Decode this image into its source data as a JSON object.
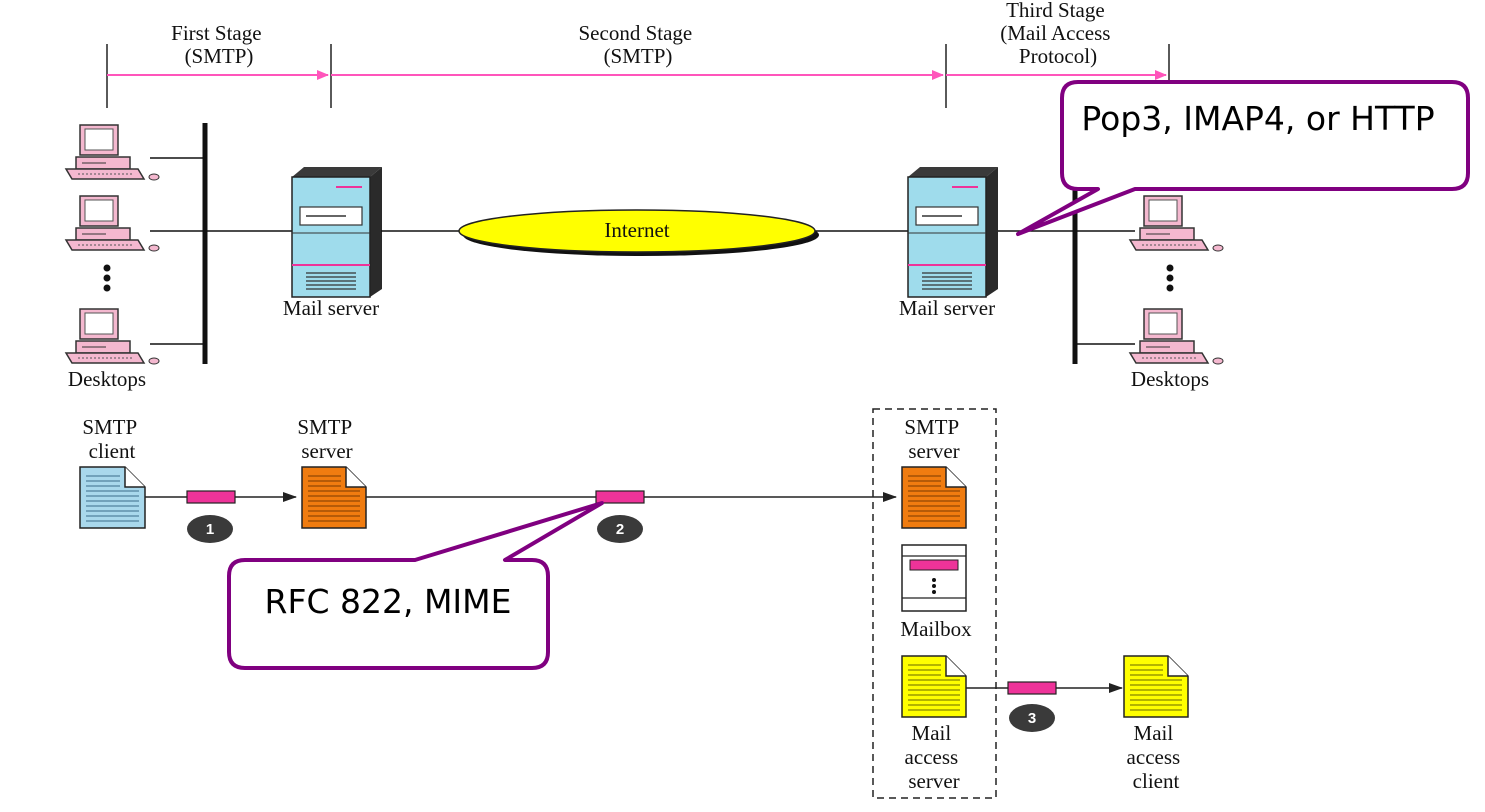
{
  "stages": {
    "first": [
      "First Stage",
      "(SMTP)"
    ],
    "second": [
      "Second Stage",
      "(SMTP)"
    ],
    "third": [
      "Third Stage",
      "(Mail Access",
      "Protocol)"
    ]
  },
  "network": {
    "internet": "Internet",
    "mail_server_left": "Mail server",
    "mail_server_right": "Mail server",
    "desktops_left": "Desktops",
    "desktops_right": "Desktops"
  },
  "callouts": {
    "access_protocols": "Pop3, IMAP4, or HTTP",
    "message_format": "RFC 822, MIME"
  },
  "flow": {
    "smtp_client": [
      "SMTP",
      "client"
    ],
    "smtp_server_1": [
      "SMTP",
      "server"
    ],
    "smtp_server_2": [
      "SMTP",
      "server"
    ],
    "mailbox": "Mailbox",
    "mail_access_server": [
      "Mail",
      "access",
      "server"
    ],
    "mail_access_client": [
      "Mail",
      "access",
      "client"
    ],
    "step_1": "1",
    "step_2": "2",
    "step_3": "3"
  },
  "colors": {
    "stage_arrow": "#ff55bb",
    "callout_border": "#800080",
    "internet_fill": "#ffff00",
    "server_fill": "#9fdcec",
    "client_doc": "#a9d8ec",
    "server_doc": "#f07c10",
    "access_doc": "#ffff00",
    "packet": "#ee3399"
  }
}
